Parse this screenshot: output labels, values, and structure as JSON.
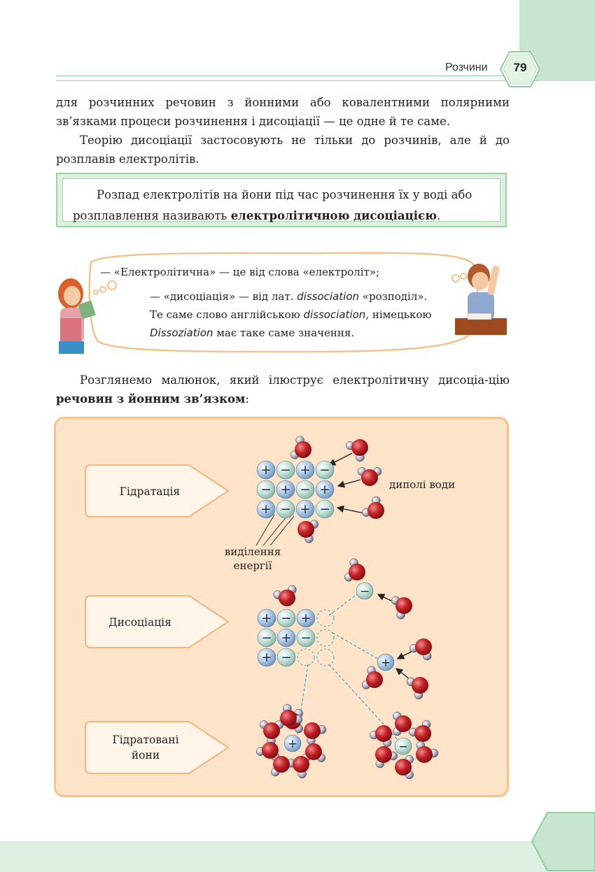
{
  "header": {
    "section": "Розчини",
    "page_number": "79"
  },
  "paragraphs": [
    "для розчинних речовин з йонними або ковалентними полярними зв’язками процеси розчинення і дисоціації — це одне й те саме.",
    "Теорію дисоціації застосовують не тільки до розчинів, але й до розплавів електролітів."
  ],
  "definition": {
    "text": "Розпад електролітів на йони під час розчинення їх у воді або розплавлення називають ",
    "bold": "електролітичною дисоціацією",
    "end": "."
  },
  "dialog": {
    "line1": "— «Електролітична» — це від слова «електроліт»;",
    "line2_pre": "— «дисоціація» — від лат. ",
    "line2_italic": "dissociation",
    "line2_post": " «розподіл».",
    "line3_pre": "Те саме слово англійською ",
    "line3_italic": "dissociation",
    "line3_post": ", німецькою",
    "line4_italic": "Dissoziation",
    "line4_post": " має таке саме значення."
  },
  "intro": {
    "text": "Розглянемо малюнок, який ілюструє електролітичну дисоціа-цію ",
    "bold": "речовин з йонним зв’язком",
    "end": ":"
  },
  "diagram": {
    "labels": {
      "hydration": "Гідратація",
      "dissociation": "Дисоціація",
      "hydrated_line1": "Гідратовані",
      "hydrated_line2": "йони"
    },
    "water_dipoles": "диполі води",
    "energy_line1": "виділення",
    "energy_line2": "енергії",
    "plus": "+",
    "minus": "−"
  },
  "colors": {
    "green_light": "#c8e6cf",
    "green_line": "#8fcfa0",
    "diagram_bg": "#fde3c8",
    "diagram_border": "#f7c18f",
    "water_red": "#c42126",
    "ion_blue": "#a9c8e6",
    "ion_teal": "#bfe0d4"
  }
}
